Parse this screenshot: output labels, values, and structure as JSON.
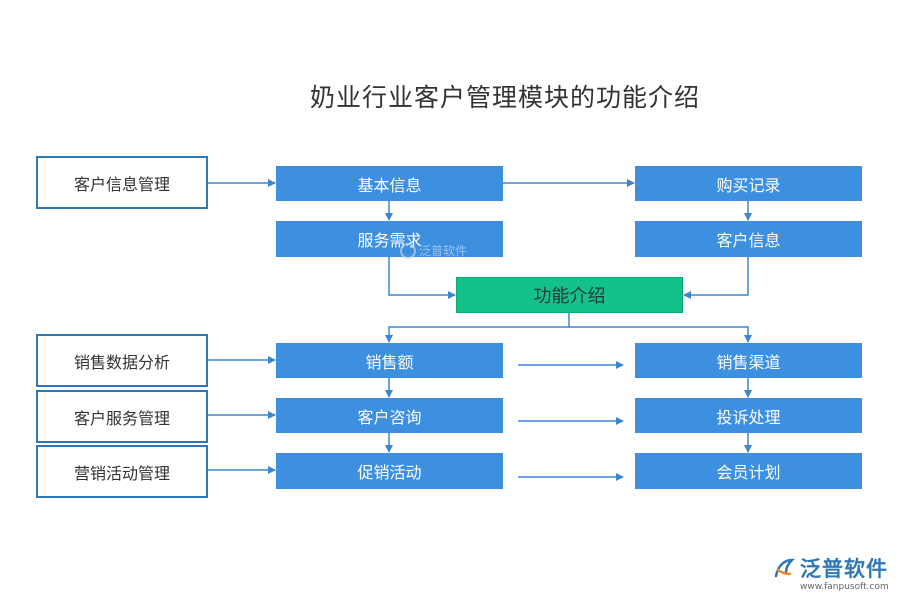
{
  "title": "奶业行业客户管理模块的功能介绍",
  "center": "功能介绍",
  "categories": [
    "客户信息管理",
    "销售数据分析",
    "客户服务管理",
    "营销活动管理"
  ],
  "top_left": [
    "基本信息",
    "服务需求"
  ],
  "top_right": [
    "购买记录",
    "客户信息"
  ],
  "bottom_left": [
    "销售额",
    "客户咨询",
    "促销活动"
  ],
  "bottom_right": [
    "销售渠道",
    "投诉处理",
    "会员计划"
  ],
  "watermark": "泛普软件",
  "logo": {
    "name": "泛普软件",
    "url": "www.fanpusoft.com"
  },
  "colors": {
    "box": "#3d8fe0",
    "center": "#12c28a",
    "outline": "#2f78b5",
    "line": "#3a86d4"
  }
}
